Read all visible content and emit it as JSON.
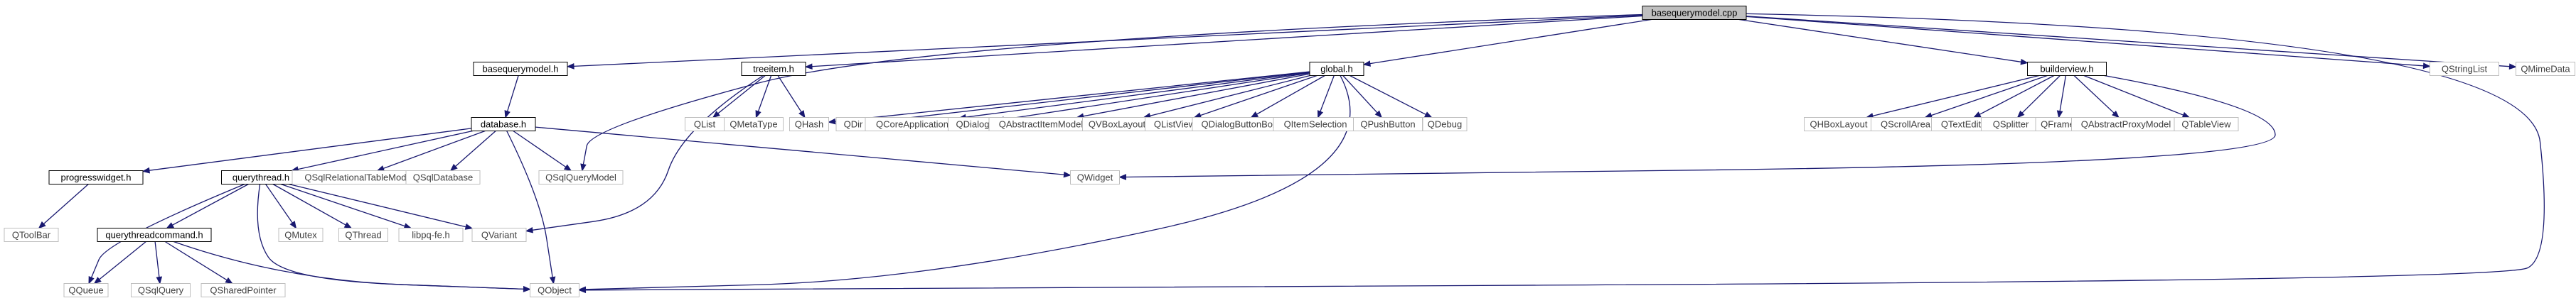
{
  "nodes": [
    {
      "id": "root",
      "label": "basequerymodel.cpp",
      "kind": "root"
    },
    {
      "id": "basequerymodel_h",
      "label": "basequerymodel.h",
      "kind": "documented"
    },
    {
      "id": "treeitem_h",
      "label": "treeitem.h",
      "kind": "documented"
    },
    {
      "id": "global_h",
      "label": "global.h",
      "kind": "documented"
    },
    {
      "id": "builderview_h",
      "label": "builderview.h",
      "kind": "documented"
    },
    {
      "id": "QStringList",
      "label": "QStringList",
      "kind": "external"
    },
    {
      "id": "QMimeData",
      "label": "QMimeData",
      "kind": "external"
    },
    {
      "id": "database_h",
      "label": "database.h",
      "kind": "documented"
    },
    {
      "id": "QList",
      "label": "QList",
      "kind": "external"
    },
    {
      "id": "QMetaType",
      "label": "QMetaType",
      "kind": "external"
    },
    {
      "id": "QHash",
      "label": "QHash",
      "kind": "external"
    },
    {
      "id": "QDir",
      "label": "QDir",
      "kind": "external"
    },
    {
      "id": "QCoreApplication",
      "label": "QCoreApplication",
      "kind": "external"
    },
    {
      "id": "QDialog",
      "label": "QDialog",
      "kind": "external"
    },
    {
      "id": "QAbstractItemModel",
      "label": "QAbstractItemModel",
      "kind": "external"
    },
    {
      "id": "QVBoxLayout",
      "label": "QVBoxLayout",
      "kind": "external"
    },
    {
      "id": "QListView",
      "label": "QListView",
      "kind": "external"
    },
    {
      "id": "QDialogButtonBox",
      "label": "QDialogButtonBox",
      "kind": "external"
    },
    {
      "id": "QItemSelection",
      "label": "QItemSelection",
      "kind": "external"
    },
    {
      "id": "QPushButton",
      "label": "QPushButton",
      "kind": "external"
    },
    {
      "id": "QDebug",
      "label": "QDebug",
      "kind": "external"
    },
    {
      "id": "QHBoxLayout",
      "label": "QHBoxLayout",
      "kind": "external"
    },
    {
      "id": "QScrollArea",
      "label": "QScrollArea",
      "kind": "external"
    },
    {
      "id": "QTextEdit",
      "label": "QTextEdit",
      "kind": "external"
    },
    {
      "id": "QSplitter",
      "label": "QSplitter",
      "kind": "external"
    },
    {
      "id": "QFrame",
      "label": "QFrame",
      "kind": "external"
    },
    {
      "id": "QAbstractProxyModel",
      "label": "QAbstractProxyModel",
      "kind": "external"
    },
    {
      "id": "QTableView",
      "label": "QTableView",
      "kind": "external"
    },
    {
      "id": "progresswidget_h",
      "label": "progresswidget.h",
      "kind": "documented"
    },
    {
      "id": "querythread_h",
      "label": "querythread.h",
      "kind": "documented"
    },
    {
      "id": "QSqlRelationalTableModel",
      "label": "QSqlRelationalTableModel",
      "kind": "external"
    },
    {
      "id": "QSqlDatabase",
      "label": "QSqlDatabase",
      "kind": "external"
    },
    {
      "id": "QSqlQueryModel",
      "label": "QSqlQueryModel",
      "kind": "external"
    },
    {
      "id": "QWidget",
      "label": "QWidget",
      "kind": "external"
    },
    {
      "id": "QToolBar",
      "label": "QToolBar",
      "kind": "external"
    },
    {
      "id": "QMutex",
      "label": "QMutex",
      "kind": "external"
    },
    {
      "id": "QThread",
      "label": "QThread",
      "kind": "external"
    },
    {
      "id": "libpq_fe_h",
      "label": "libpq-fe.h",
      "kind": "external"
    },
    {
      "id": "QVariant",
      "label": "QVariant",
      "kind": "external"
    },
    {
      "id": "querythreadcommand_h",
      "label": "querythreadcommand.h",
      "kind": "documented"
    },
    {
      "id": "QQueue",
      "label": "QQueue",
      "kind": "external"
    },
    {
      "id": "QSqlQuery",
      "label": "QSqlQuery",
      "kind": "external"
    },
    {
      "id": "QSharedPointer",
      "label": "QSharedPointer",
      "kind": "external"
    },
    {
      "id": "QObject",
      "label": "QObject",
      "kind": "external"
    }
  ],
  "edges": [
    [
      "root",
      "basequerymodel_h"
    ],
    [
      "root",
      "treeitem_h"
    ],
    [
      "root",
      "global_h"
    ],
    [
      "root",
      "builderview_h"
    ],
    [
      "root",
      "QStringList"
    ],
    [
      "root",
      "QMimeData"
    ],
    [
      "root",
      "QSqlQueryModel"
    ],
    [
      "root",
      "QObject"
    ],
    [
      "basequerymodel_h",
      "database_h"
    ],
    [
      "database_h",
      "progresswidget_h"
    ],
    [
      "database_h",
      "querythread_h"
    ],
    [
      "database_h",
      "QSqlRelationalTableModel"
    ],
    [
      "database_h",
      "QSqlDatabase"
    ],
    [
      "database_h",
      "QSqlQueryModel"
    ],
    [
      "database_h",
      "QWidget"
    ],
    [
      "database_h",
      "QObject"
    ],
    [
      "progresswidget_h",
      "QToolBar"
    ],
    [
      "querythread_h",
      "QQueue"
    ],
    [
      "querythread_h",
      "querythreadcommand_h"
    ],
    [
      "querythread_h",
      "QMutex"
    ],
    [
      "querythread_h",
      "QThread"
    ],
    [
      "querythread_h",
      "libpq_fe_h"
    ],
    [
      "querythread_h",
      "QVariant"
    ],
    [
      "querythread_h",
      "QObject"
    ],
    [
      "querythreadcommand_h",
      "QQueue"
    ],
    [
      "querythreadcommand_h",
      "QSqlQuery"
    ],
    [
      "querythreadcommand_h",
      "QSharedPointer"
    ],
    [
      "querythreadcommand_h",
      "QObject"
    ],
    [
      "treeitem_h",
      "QList"
    ],
    [
      "treeitem_h",
      "QMetaType"
    ],
    [
      "treeitem_h",
      "QHash"
    ],
    [
      "treeitem_h",
      "QVariant"
    ],
    [
      "global_h",
      "QHash"
    ],
    [
      "global_h",
      "QDir"
    ],
    [
      "global_h",
      "QCoreApplication"
    ],
    [
      "global_h",
      "QDialog"
    ],
    [
      "global_h",
      "QAbstractItemModel"
    ],
    [
      "global_h",
      "QVBoxLayout"
    ],
    [
      "global_h",
      "QListView"
    ],
    [
      "global_h",
      "QDialogButtonBox"
    ],
    [
      "global_h",
      "QItemSelection"
    ],
    [
      "global_h",
      "QPushButton"
    ],
    [
      "global_h",
      "QDebug"
    ],
    [
      "global_h",
      "QObject"
    ],
    [
      "builderview_h",
      "QHBoxLayout"
    ],
    [
      "builderview_h",
      "QScrollArea"
    ],
    [
      "builderview_h",
      "QTextEdit"
    ],
    [
      "builderview_h",
      "QSplitter"
    ],
    [
      "builderview_h",
      "QFrame"
    ],
    [
      "builderview_h",
      "QAbstractProxyModel"
    ],
    [
      "builderview_h",
      "QTableView"
    ],
    [
      "builderview_h",
      "QWidget"
    ]
  ],
  "colors": {
    "edge": "#191970",
    "root_fill": "#bfbfbf",
    "node_border": "#000000",
    "external_border": "#bfbfbf",
    "text": "#000000",
    "external_text": "#404040"
  }
}
